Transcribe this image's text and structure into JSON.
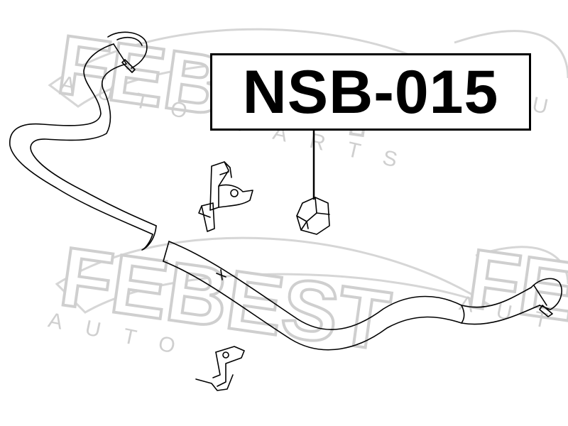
{
  "part_code": "NSB-015",
  "watermark": {
    "brand": "FEBEST",
    "sub": "AUTO PARTS",
    "sub_lower_left": "AUTO",
    "sub_lower_right": "AUT",
    "sub_upper_right": "AUT",
    "color_stroke": "#d9d9d9",
    "color_text": "#e2e2e2"
  },
  "colors": {
    "line": "#000000",
    "box_border": "#000000",
    "background": "#ffffff"
  }
}
